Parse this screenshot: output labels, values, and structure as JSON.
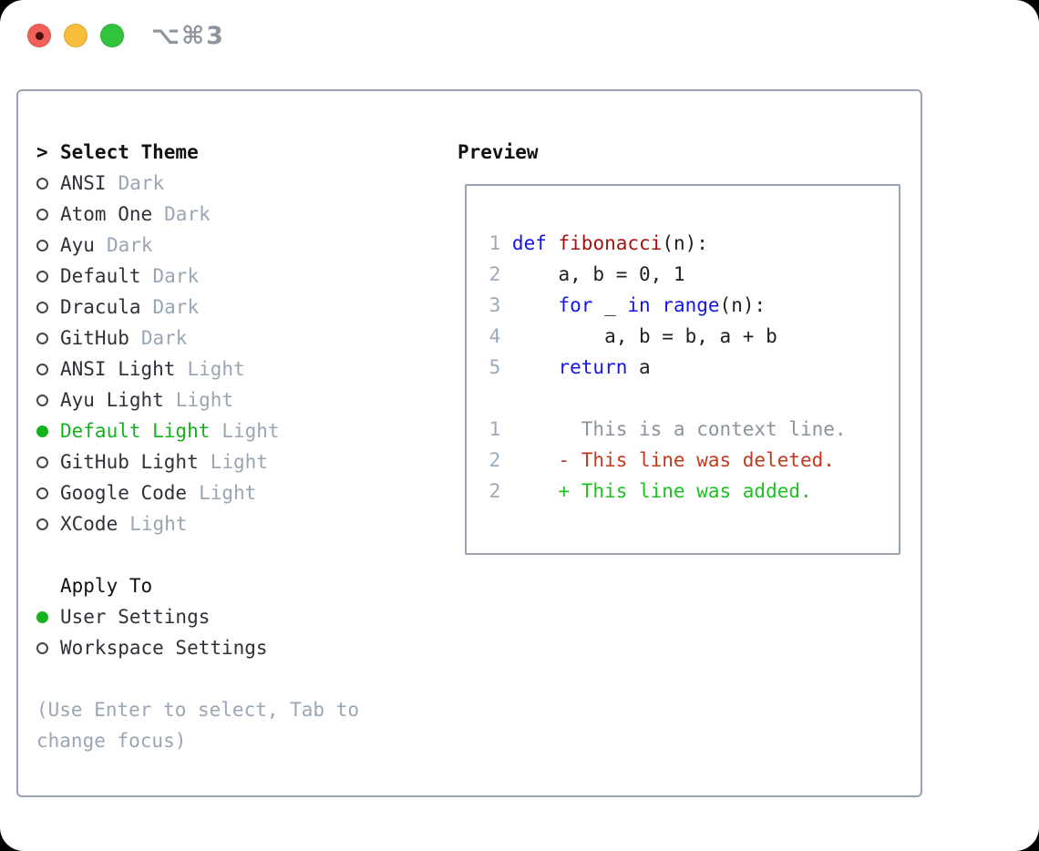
{
  "window_chrome": {
    "shortcut": "⌥⌘3",
    "controls": [
      "close",
      "minimize",
      "zoom"
    ]
  },
  "theme_picker": {
    "cursor": ">",
    "title": "Select Theme",
    "items": [
      {
        "name": "ANSI",
        "variant": "Dark",
        "selected": false
      },
      {
        "name": "Atom One",
        "variant": "Dark",
        "selected": false
      },
      {
        "name": "Ayu",
        "variant": "Dark",
        "selected": false
      },
      {
        "name": "Default",
        "variant": "Dark",
        "selected": false
      },
      {
        "name": "Dracula",
        "variant": "Dark",
        "selected": false
      },
      {
        "name": "GitHub",
        "variant": "Dark",
        "selected": false
      },
      {
        "name": "ANSI Light",
        "variant": "Light",
        "selected": false
      },
      {
        "name": "Ayu Light",
        "variant": "Light",
        "selected": false
      },
      {
        "name": "Default Light",
        "variant": "Light",
        "selected": true
      },
      {
        "name": "GitHub Light",
        "variant": "Light",
        "selected": false
      },
      {
        "name": "Google Code",
        "variant": "Light",
        "selected": false
      },
      {
        "name": "XCode",
        "variant": "Light",
        "selected": false
      }
    ]
  },
  "apply_to": {
    "title": "Apply To",
    "options": [
      {
        "label": "User Settings",
        "selected": true
      },
      {
        "label": "Workspace Settings",
        "selected": false
      }
    ]
  },
  "hint": "(Use Enter to select, Tab to change focus)",
  "preview": {
    "title": "Preview",
    "lines": [
      {
        "num": "1",
        "segments": [
          {
            "text": "def",
            "color": "keyword"
          },
          {
            "text": " ",
            "color": "plain"
          },
          {
            "text": "fibonacci",
            "color": "function"
          },
          {
            "text": "(n):",
            "color": "plain"
          }
        ]
      },
      {
        "num": "2",
        "segments": [
          {
            "text": "    a, b = 0, 1",
            "color": "plain"
          }
        ]
      },
      {
        "num": "3",
        "segments": [
          {
            "text": "    ",
            "color": "plain"
          },
          {
            "text": "for",
            "color": "keyword"
          },
          {
            "text": " _ ",
            "color": "plain"
          },
          {
            "text": "in",
            "color": "keyword"
          },
          {
            "text": " ",
            "color": "plain"
          },
          {
            "text": "range",
            "color": "keyword"
          },
          {
            "text": "(n):",
            "color": "plain"
          }
        ]
      },
      {
        "num": "4",
        "segments": [
          {
            "text": "        a, b = b, a + b",
            "color": "plain"
          }
        ]
      },
      {
        "num": "5",
        "segments": [
          {
            "text": "    ",
            "color": "plain"
          },
          {
            "text": "return",
            "color": "keyword"
          },
          {
            "text": " a",
            "color": "plain"
          }
        ]
      },
      {
        "num": "",
        "segments": []
      },
      {
        "num": "1",
        "segments": [
          {
            "text": "      This is a context line.",
            "color": "context"
          }
        ]
      },
      {
        "num": "2",
        "segments": [
          {
            "text": "    - This line was deleted.",
            "color": "deleted"
          }
        ]
      },
      {
        "num": "2",
        "segments": [
          {
            "text": "    + This line was added.",
            "color": "added"
          }
        ]
      }
    ]
  },
  "colors": {
    "accent_green": "#14b31e",
    "keyword_blue": "#1515e6",
    "function_red": "#a31513",
    "deleted_red": "#c23a1e",
    "added_green": "#1bc220",
    "lineno_gray": "#9aaabb",
    "tag_gray": "#9aa6b4",
    "panel_border": "#98a2b0",
    "traffic_red": "#f2605a",
    "traffic_yellow": "#f7bd3b",
    "traffic_green": "#32c33d"
  }
}
